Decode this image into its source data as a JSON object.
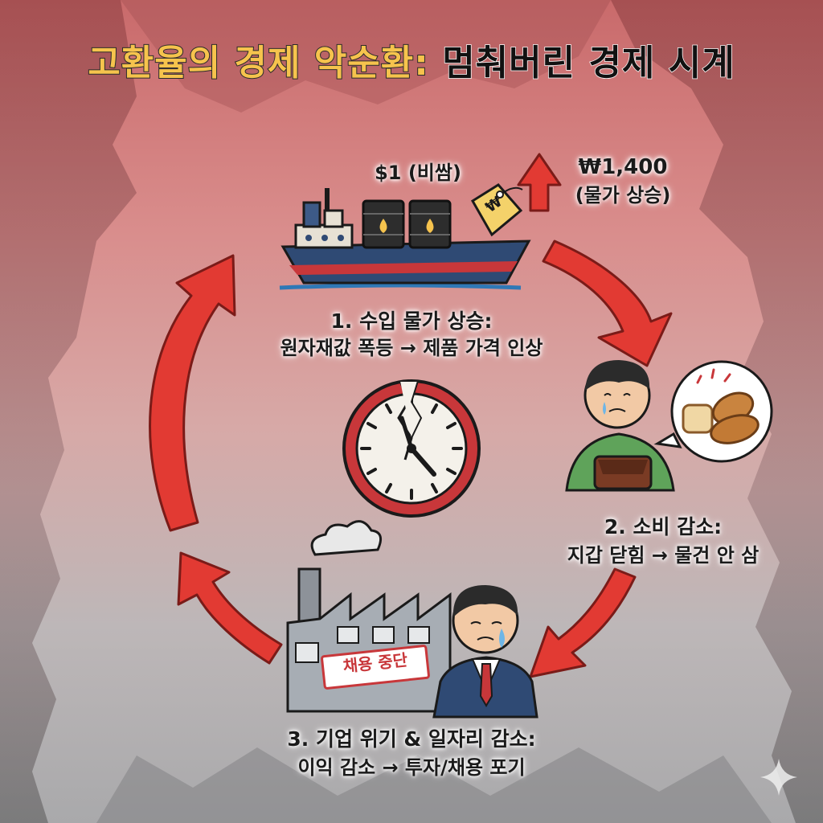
{
  "title": {
    "part1": "고환율의 경제 악순환:",
    "part2": "멈춰버린 경제 시계"
  },
  "labels": {
    "dollar_price": "$1 (비쌈)",
    "won_price": "₩1,400",
    "won_price_note": "(물가 상승)",
    "price_tag_symbol": "₩",
    "hiring_sign": "채용 중단"
  },
  "steps": [
    {
      "title": "1. 수입 물가 상승:",
      "desc": "원자재값 폭등 → 제품 가격 인상"
    },
    {
      "title": "2. 소비 감소:",
      "desc": "지갑 닫힘 → 물건 안 삼"
    },
    {
      "title": "3. 기업 위기 & 일자리 감소:",
      "desc": "이익 감소 → 투자/채용 포기"
    }
  ],
  "colors": {
    "arrow_red": "#e23a33",
    "title_gold": "#f6c34d",
    "clock_ring": "#c8373a",
    "ship_hull": "#2f4a74"
  },
  "icons": [
    "cargo-ship-icon",
    "oil-barrel-icon",
    "price-tag-icon",
    "up-arrow-icon",
    "broken-clock-icon",
    "worried-man-icon",
    "wallet-icon",
    "bread-icon",
    "factory-icon",
    "crying-businessman-icon",
    "sparkle-icon"
  ]
}
